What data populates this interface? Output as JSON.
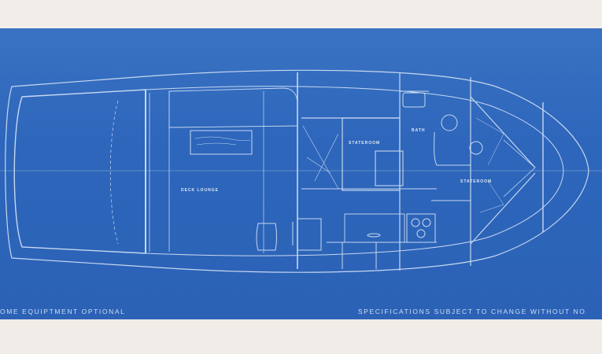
{
  "document": {
    "type": "boat deck plan blueprint",
    "colors": {
      "paper": "#efebe6",
      "blueprint": "#2f69bd",
      "lines": "#dbe6f6"
    },
    "rooms": [
      {
        "label": "DECK LOUNGE"
      },
      {
        "label": "STATEROOM"
      },
      {
        "label": "BATH"
      },
      {
        "label": "STATEROOM"
      }
    ],
    "footer": {
      "left": "OME EQUIPTMENT OPTIONAL",
      "right": "SPECIFICATIONS SUBJECT TO CHANGE WITHOUT NO"
    }
  }
}
